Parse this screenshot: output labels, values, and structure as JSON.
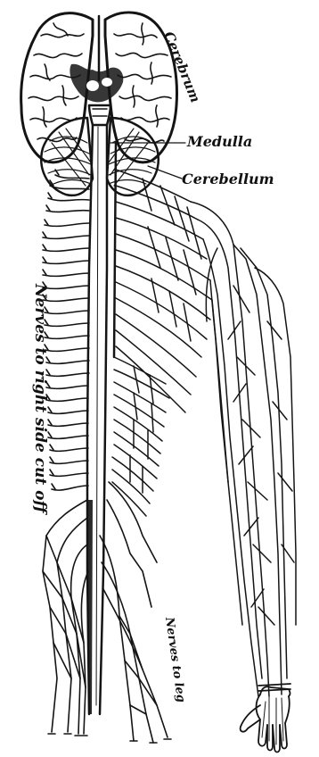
{
  "labels": {
    "cerebrum": "Cerebrum",
    "medulla": "Medulla",
    "cerebellum": "Cerebellum",
    "nerves_right": "Nerves to right side cut off",
    "nerves_leg": "Nerves to leg"
  },
  "colors": {
    "ink": "#141414",
    "paper": "#ffffff"
  }
}
